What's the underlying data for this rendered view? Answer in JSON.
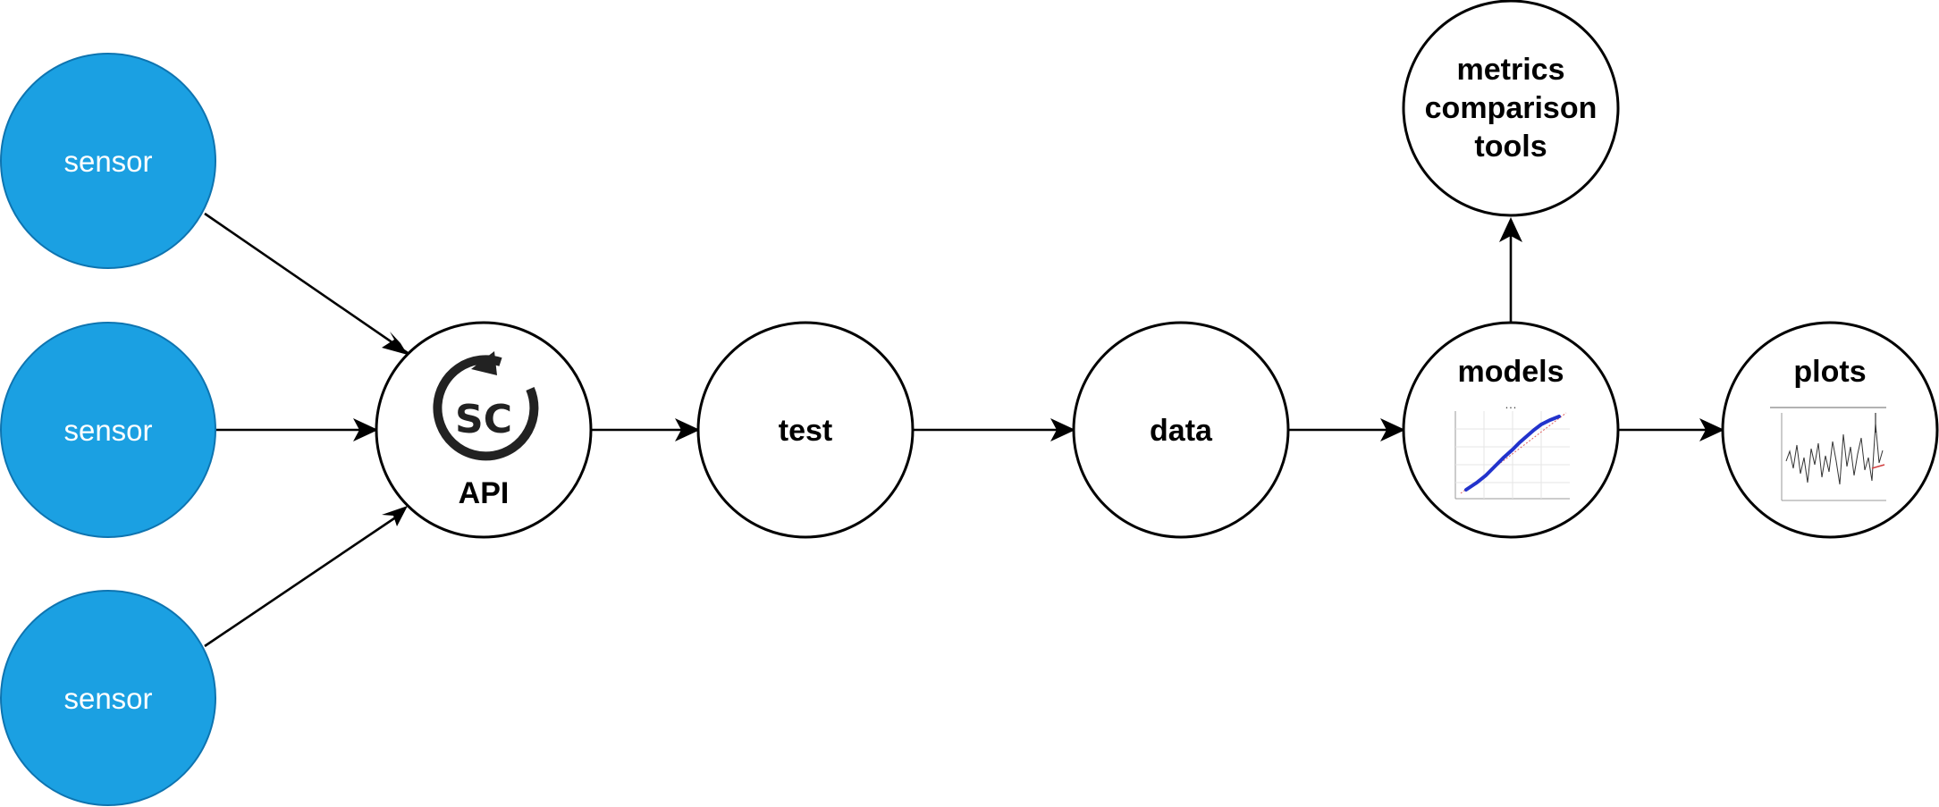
{
  "colors": {
    "sensor_fill": "#1ba0e2",
    "sensor_stroke": "#0e74b0",
    "node_fill": "#ffffff",
    "node_stroke": "#000000",
    "edge": "#000000"
  },
  "nodes": {
    "sensor_1": {
      "label": "sensor"
    },
    "sensor_2": {
      "label": "sensor"
    },
    "sensor_3": {
      "label": "sensor"
    },
    "api": {
      "label": "API",
      "icon": "sc-refresh-logo-icon",
      "icon_text": "SC"
    },
    "test": {
      "label": "test"
    },
    "data": {
      "label": "data"
    },
    "models": {
      "label": "models",
      "thumbnail": "probability-plot-thumbnail"
    },
    "plots": {
      "label": "plots",
      "thumbnail": "time-series-plot-thumbnail"
    },
    "metrics": {
      "label_lines": [
        "metrics",
        "comparison",
        "tools"
      ]
    }
  },
  "edges": [
    {
      "from": "sensor_1",
      "to": "api"
    },
    {
      "from": "sensor_2",
      "to": "api"
    },
    {
      "from": "sensor_3",
      "to": "api"
    },
    {
      "from": "api",
      "to": "test"
    },
    {
      "from": "test",
      "to": "data"
    },
    {
      "from": "data",
      "to": "models"
    },
    {
      "from": "models",
      "to": "plots"
    },
    {
      "from": "models",
      "to": "metrics"
    }
  ]
}
